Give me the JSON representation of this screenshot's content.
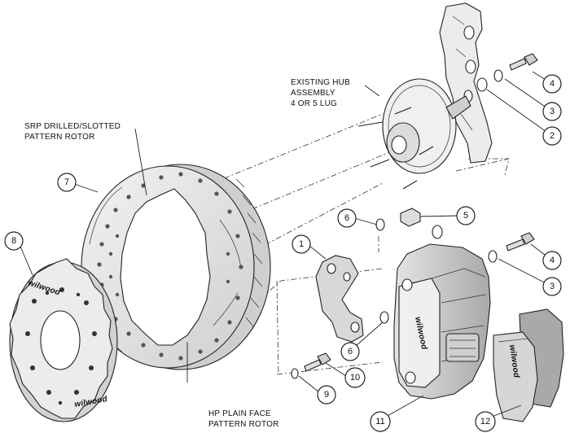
{
  "labels": {
    "hub_line1": "EXISTING HUB",
    "hub_line2": "ASSEMBLY",
    "hub_line3": "4 OR 5 LUG",
    "srp_line1": "SRP DRILLED/SLOTTED",
    "srp_line2": "PATTERN ROTOR",
    "hp_line1": "HP PLAIN FACE",
    "hp_line2": "PATTERN ROTOR"
  },
  "callouts": {
    "c1": "1",
    "c2": "2",
    "c3a": "3",
    "c3b": "3",
    "c4a": "4",
    "c4b": "4",
    "c5": "5",
    "c6a": "6",
    "c6b": "6",
    "c7": "7",
    "c8": "8",
    "c9": "9",
    "c10": "10",
    "c11": "11",
    "c12": "12"
  },
  "branding": {
    "caliper_logo": "wilwood",
    "hat_logo": "wilwood",
    "pad_logo": "wilwood"
  },
  "colors": {
    "line": "#222222",
    "rotor_fill": "#e6e6e6",
    "caliper_fill": "#d4d4d4",
    "pad_fill": "#b8b8b8",
    "background": "#ffffff"
  }
}
